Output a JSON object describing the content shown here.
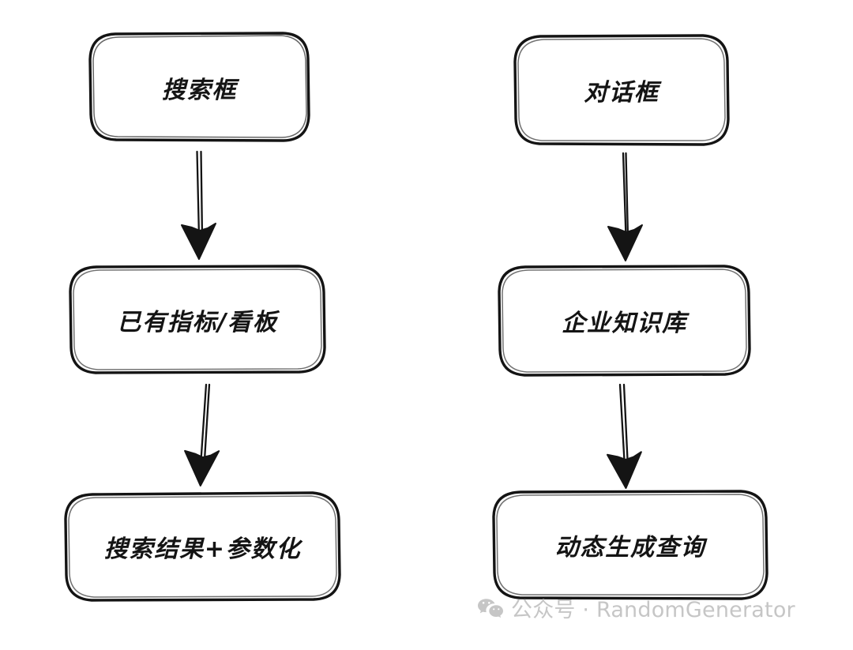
{
  "diagram": {
    "type": "flowchart",
    "style": "hand-drawn-sketch",
    "background_color": "#ffffff",
    "stroke_color": "#1a1a1a",
    "columns": [
      {
        "name": "search-flow",
        "nodes": [
          {
            "id": "search-box",
            "label": "搜索框"
          },
          {
            "id": "existing-metrics",
            "label": "已有指标/看板"
          },
          {
            "id": "search-results",
            "label": "搜索结果+参数化"
          }
        ]
      },
      {
        "name": "dialog-flow",
        "nodes": [
          {
            "id": "dialog-box",
            "label": "对话框"
          },
          {
            "id": "knowledge-base",
            "label": "企业知识库"
          },
          {
            "id": "dynamic-query",
            "label": "动态生成查询"
          }
        ]
      }
    ],
    "nodes": {
      "search_box": "搜索框",
      "existing_metrics": "已有指标/看板",
      "search_results": "搜索结果+参数化",
      "dialog_box": "对话框",
      "knowledge_base": "企业知识库",
      "dynamic_query": "动态生成查询"
    },
    "edges": [
      {
        "from": "搜索框",
        "to": "已有指标/看板",
        "arrow": "down"
      },
      {
        "from": "已有指标/看板",
        "to": "搜索结果+参数化",
        "arrow": "down"
      },
      {
        "from": "对话框",
        "to": "企业知识库",
        "arrow": "down"
      },
      {
        "from": "企业知识库",
        "to": "动态生成查询",
        "arrow": "down"
      }
    ]
  },
  "watermark": {
    "icon": "wechat-icon",
    "text": "公众号 · RandomGenerator",
    "color": "#c6c6c6"
  }
}
